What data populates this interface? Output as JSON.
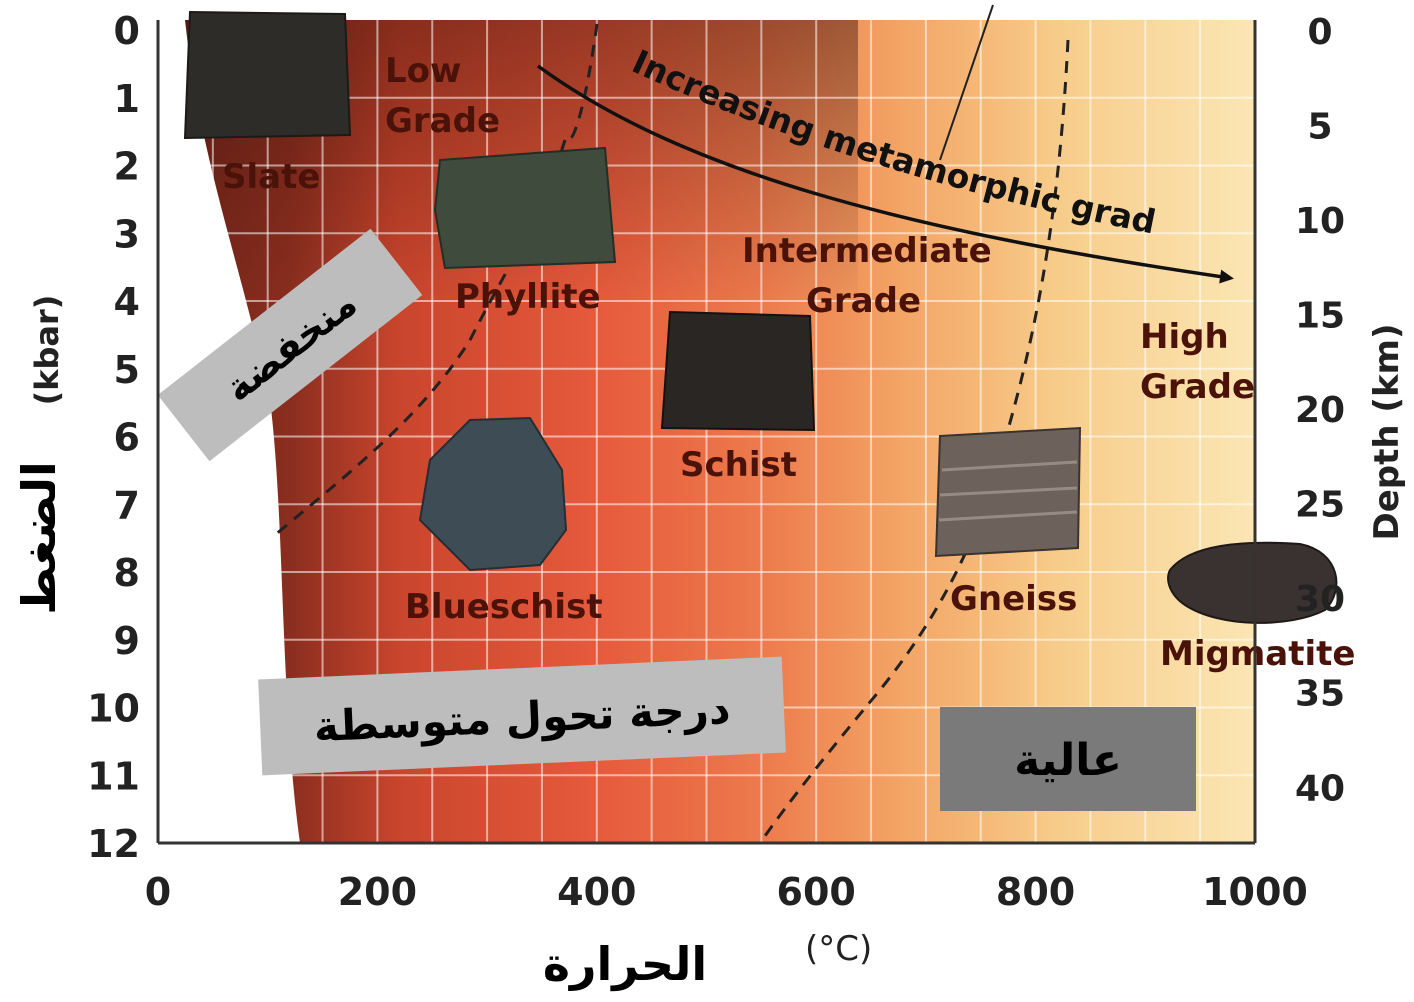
{
  "labels": {
    "low_grade_line1": "Low",
    "low_grade_line2": "Grade",
    "intermediate_line1": "Intermediate",
    "intermediate_line2": "Grade",
    "high_line1": "High",
    "high_line2": "Grade",
    "arrow_caption": "Increasing metamorphic grade"
  },
  "rocks": [
    {
      "name": "Slate",
      "temperature_c": 50,
      "pressure_kbar": 1.0
    },
    {
      "name": "Phyllite",
      "temperature_c": 300,
      "pressure_kbar": 2.6
    },
    {
      "name": "Schist",
      "temperature_c": 530,
      "pressure_kbar": 5.0
    },
    {
      "name": "Blueschist",
      "temperature_c": 300,
      "pressure_kbar": 7.0
    },
    {
      "name": "Gneiss",
      "temperature_c": 790,
      "pressure_kbar": 6.8
    },
    {
      "name": "Migmatite",
      "temperature_c": 990,
      "pressure_kbar": 8.1
    }
  ],
  "axes": {
    "x_ticks": [
      "0",
      "200",
      "400",
      "600",
      "800",
      "1000"
    ],
    "x_unit": "(°C)",
    "x_label_ar": "الحرارة",
    "y_left_ticks": [
      "0",
      "1",
      "2",
      "3",
      "4",
      "5",
      "6",
      "7",
      "8",
      "9",
      "10",
      "11",
      "12"
    ],
    "y_left_unit": "(kbar)",
    "y_left_label_ar": "الضغط",
    "y_right_ticks": [
      "0",
      "5",
      "10",
      "15",
      "20",
      "25",
      "30",
      "35",
      "40"
    ],
    "y_right_label": "Depth (km)"
  },
  "arabic_boxes": {
    "low": "منخفضة",
    "intermediate": "درجة تحول متوسطة",
    "high": "عالية"
  },
  "colors": {
    "low_zone": "#7b2a1c",
    "intermediate_zone": "#e0573a",
    "high_zone": "#f8d690",
    "box_light": "#bdbdbd",
    "box_dark": "#7a7a7a"
  }
}
